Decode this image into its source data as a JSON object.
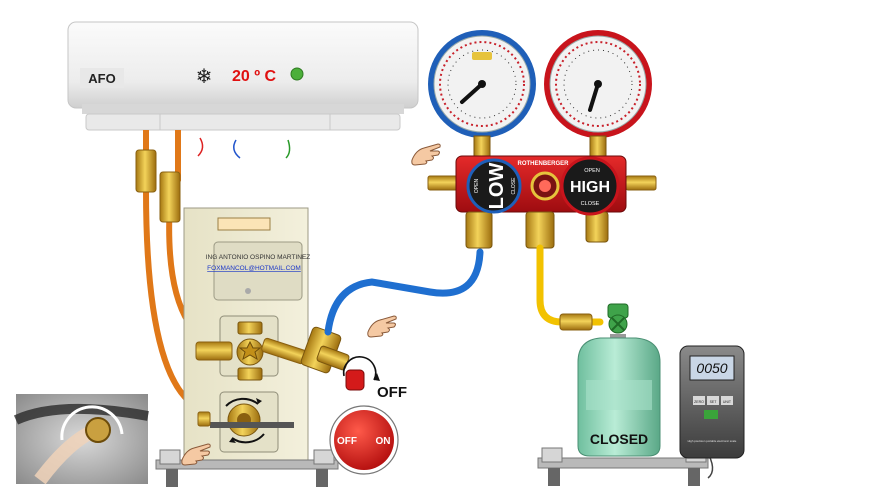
{
  "ac_unit": {
    "brand": "AFO",
    "temperature": "20 º C",
    "snowflake": "❄",
    "status_color": "#4caf3a"
  },
  "manifold": {
    "brand": "ROTHENBERGER",
    "low_label": "LOW",
    "high_label": "HIGH",
    "open_label": "OPEN",
    "close_label": "CLOSE",
    "low_open_label": "OPEN",
    "low_close_label": "CLOSE",
    "low_color": "#1f5fb8",
    "high_color": "#c8141c"
  },
  "condenser_panel": {
    "author": "ING ANTONIO OSPINO MARTINEZ",
    "email": "FOXMANCOL@HOTMAIL.COM"
  },
  "switch": {
    "state_label": "OFF",
    "button_off": "OFF",
    "button_on": "ON"
  },
  "cylinder": {
    "label": "CLOSED",
    "color": "#8fd6b8"
  },
  "scale": {
    "display": "0050",
    "keys": [
      "ZERO",
      "SET",
      "UNIT"
    ],
    "caption": "High precision portable electronic scale"
  },
  "colors": {
    "blue_hose": "#1f6fd0",
    "yellow_hose": "#f2c200",
    "copper_pipe": "#e07818",
    "brass": "#d7a620"
  }
}
